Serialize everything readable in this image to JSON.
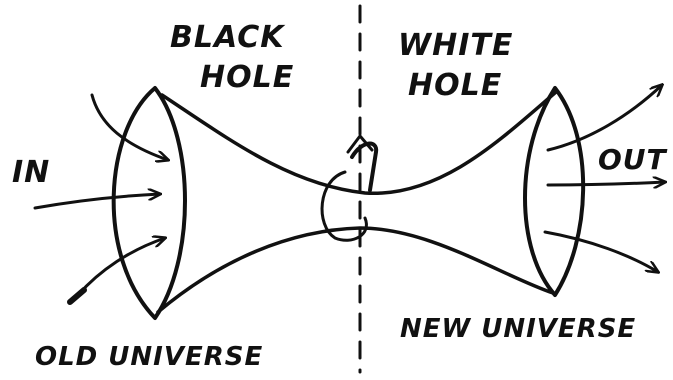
{
  "labels": {
    "black_hole_line1": "BLACK",
    "black_hole_line2": "HOLE",
    "white_hole_line1": "WHITE",
    "white_hole_line2": "HOLE",
    "in": "IN",
    "out": "OUT",
    "old_universe": "OLD UNIVERSE",
    "new_universe": "NEW UNIVERSE"
  },
  "colors": {
    "ink": "#111111",
    "background": "#ffffff"
  }
}
